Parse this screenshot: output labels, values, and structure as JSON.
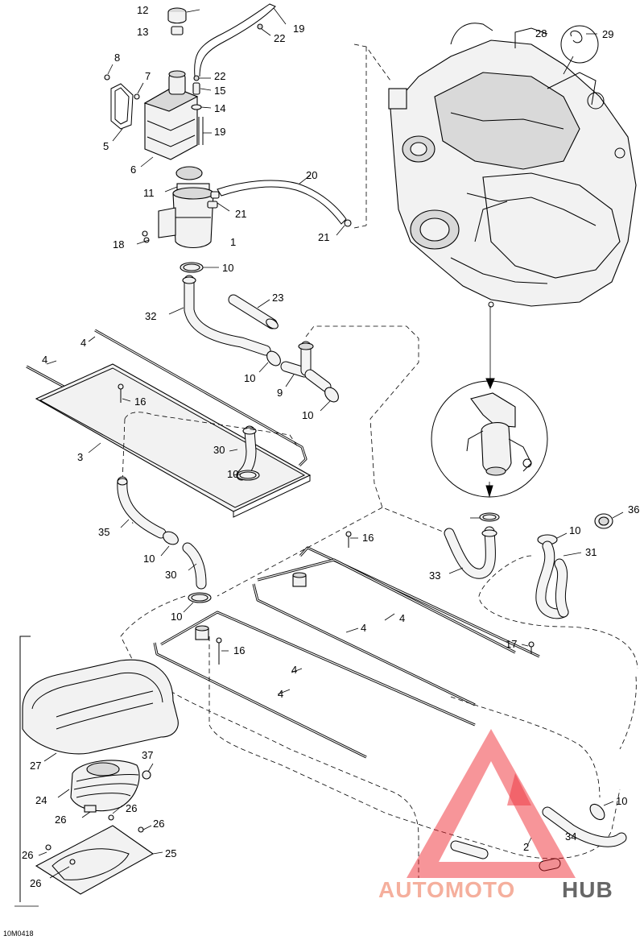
{
  "figure": {
    "reference_code": "10M0418",
    "watermark": {
      "text_light": "AUTOMOTO",
      "text_dark": "HUB",
      "colors": {
        "light": "#f4a28c",
        "dark": "#4d4d4d",
        "logo": "#ec1c24"
      }
    }
  },
  "callouts": [
    "12",
    "13",
    "19",
    "22",
    "8",
    "7",
    "22",
    "15",
    "14",
    "5",
    "6",
    "19",
    "28",
    "29",
    "20",
    "11",
    "21",
    "18",
    "1",
    "21",
    "10",
    "23",
    "32",
    "4",
    "4",
    "16",
    "10",
    "9",
    "10",
    "3",
    "30",
    "10",
    "35",
    "16",
    "10",
    "30",
    "10",
    "33",
    "36",
    "10",
    "31",
    "4",
    "4",
    "17",
    "16",
    "4",
    "4",
    "37",
    "27",
    "24",
    "26",
    "26",
    "26",
    "25",
    "26",
    "26",
    "10",
    "34",
    "2"
  ]
}
